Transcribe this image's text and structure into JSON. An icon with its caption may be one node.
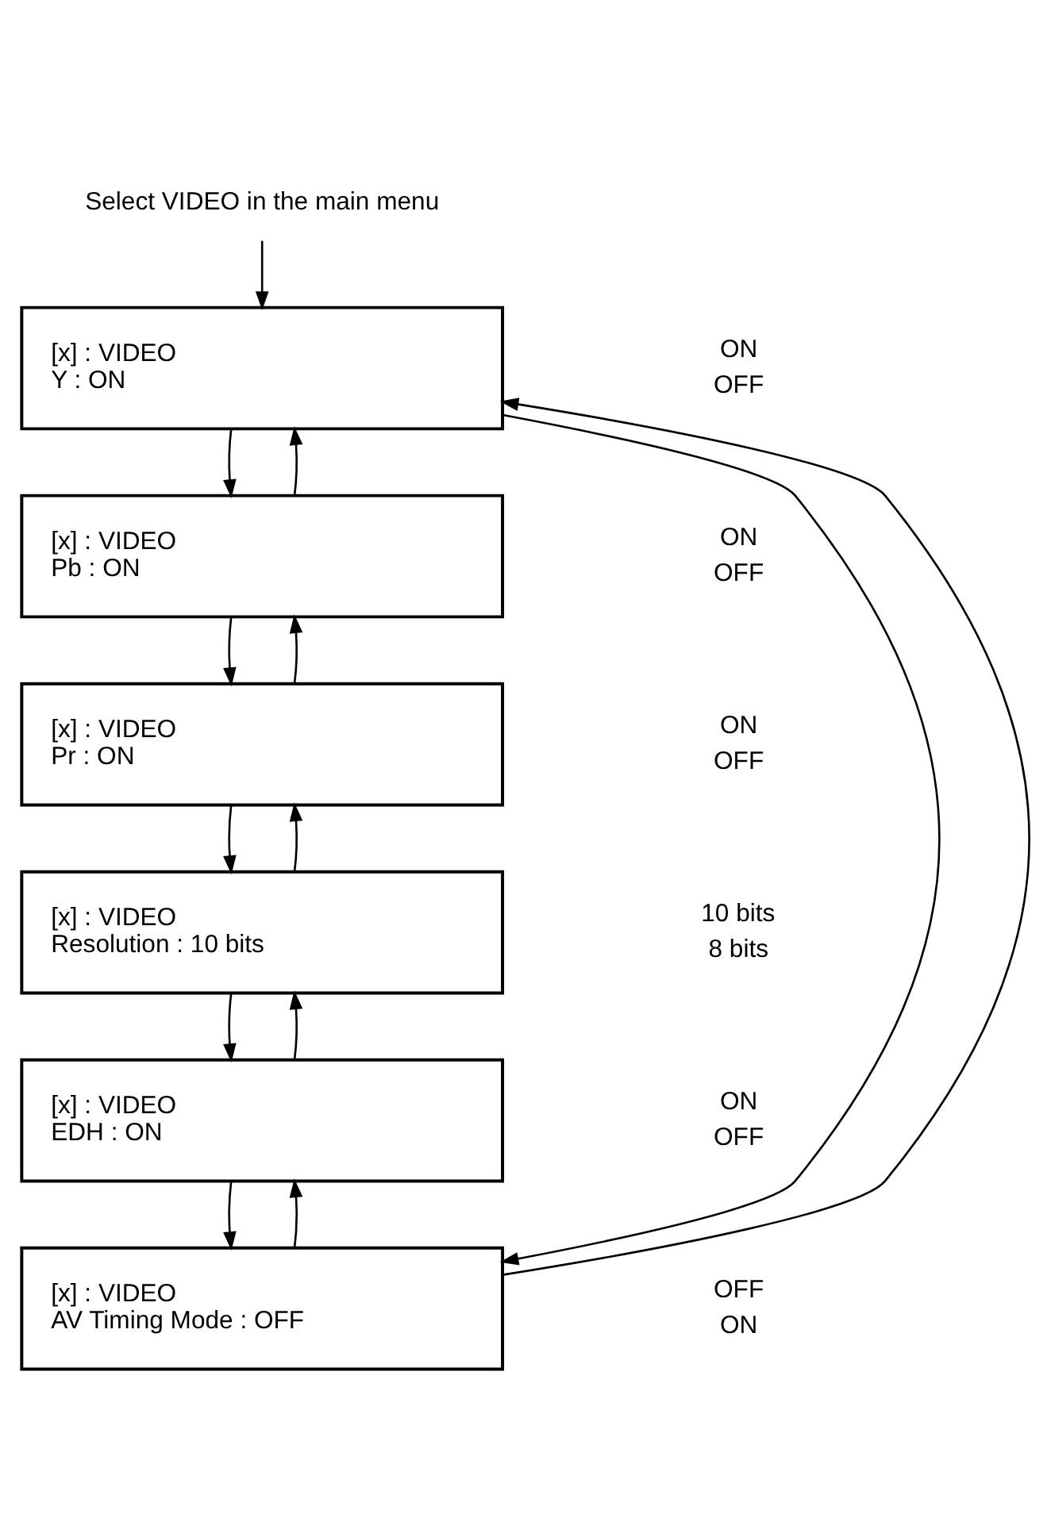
{
  "diagram": {
    "nodes": [
      {
        "text": [
          "Select VIDEO in the main menu"
        ]
      },
      {
        "text": [
          "[x] : VIDEO",
          "Y : ON"
        ],
        "beside": [
          "ON",
          "OFF"
        ]
      },
      {
        "text": [
          "[x] : VIDEO",
          "Pb : ON"
        ],
        "beside": [
          "ON",
          "OFF"
        ]
      },
      {
        "text": [
          "[x] : VIDEO",
          "Pr : ON"
        ],
        "beside": [
          "ON",
          "OFF"
        ]
      },
      {
        "text": [
          "[x] : VIDEO",
          "Resolution : 10 bits"
        ],
        "beside": [
          "10 bits",
          "8 bits"
        ]
      },
      {
        "text": [
          "[x] : VIDEO",
          "EDH : ON"
        ],
        "beside": [
          "ON",
          "OFF"
        ]
      },
      {
        "text": [
          "[x] : VIDEO",
          "AV Timing Mode : OFF"
        ],
        "beside": [
          "OFF",
          "ON"
        ]
      }
    ],
    "edges": [
      {
        "from": 0,
        "to": 1,
        "arrow": "to"
      },
      {
        "from": 1,
        "to": 2,
        "arrow": "to"
      },
      {
        "from": 2,
        "to": 1,
        "arrow": "to"
      },
      {
        "from": 2,
        "to": 3,
        "arrow": "to"
      },
      {
        "from": 3,
        "to": 2,
        "arrow": "to"
      },
      {
        "from": 3,
        "to": 4,
        "arrow": "to"
      },
      {
        "from": 4,
        "to": 3,
        "arrow": "to"
      },
      {
        "from": 4,
        "to": 5,
        "arrow": "to"
      },
      {
        "from": 5,
        "to": 4,
        "arrow": "to"
      },
      {
        "from": 5,
        "to": 6,
        "arrow": "to"
      },
      {
        "from": 6,
        "to": 5,
        "arrow": "to"
      },
      {
        "from": 6,
        "to": 1,
        "arrow": "to"
      },
      {
        "from": 1,
        "to": 6,
        "arrow": "to"
      }
    ]
  }
}
